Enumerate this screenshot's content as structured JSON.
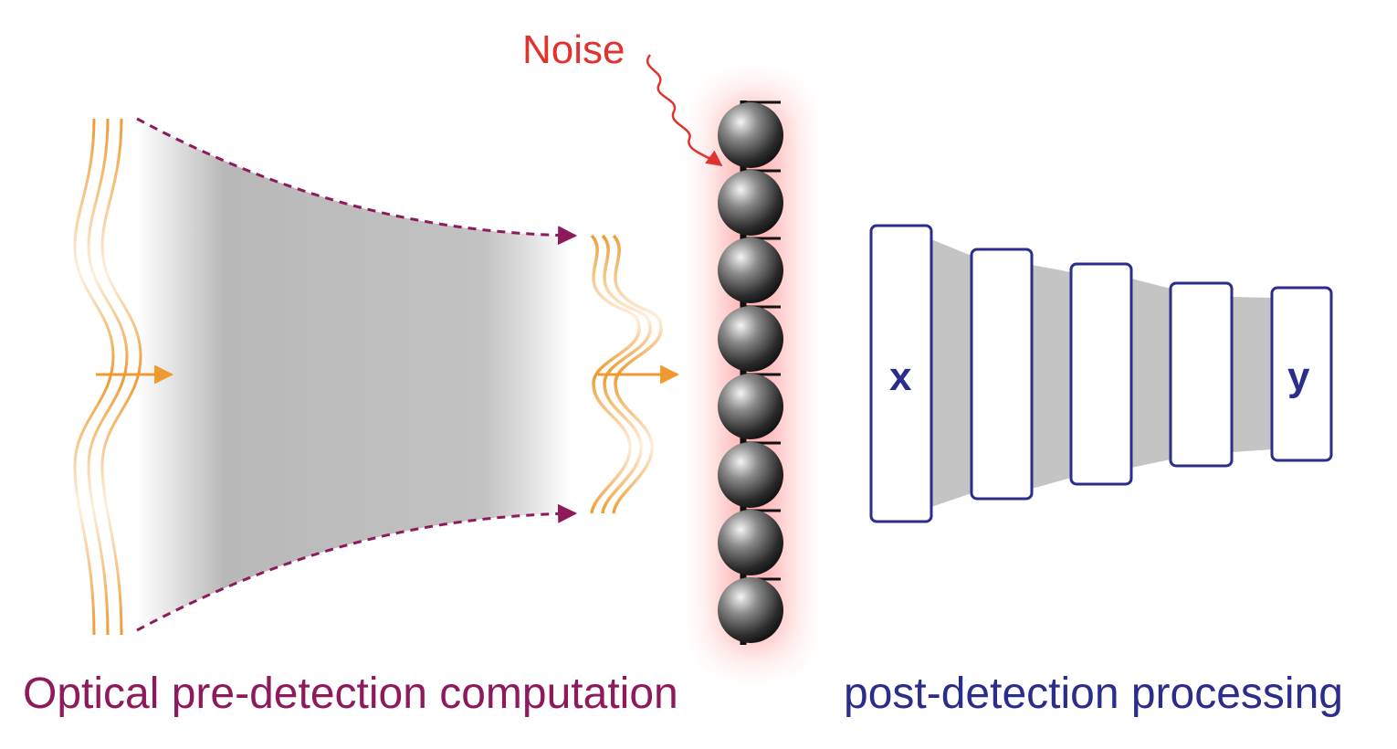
{
  "labels": {
    "noise": "Noise",
    "optical_caption": "Optical pre-detection computation",
    "post_caption": "post-detection processing",
    "input_layer": "x",
    "output_layer": "y"
  },
  "colors": {
    "wave": "#ef9a30",
    "dashed_path": "#8e1a5b",
    "noise": "#e0332e",
    "network": "#2b2d8a",
    "beam_gray": "#bdbdbd",
    "detector_glow": "#ff6b6b"
  },
  "detector": {
    "pixel_count": 8
  },
  "network": {
    "layer_count": 5
  }
}
